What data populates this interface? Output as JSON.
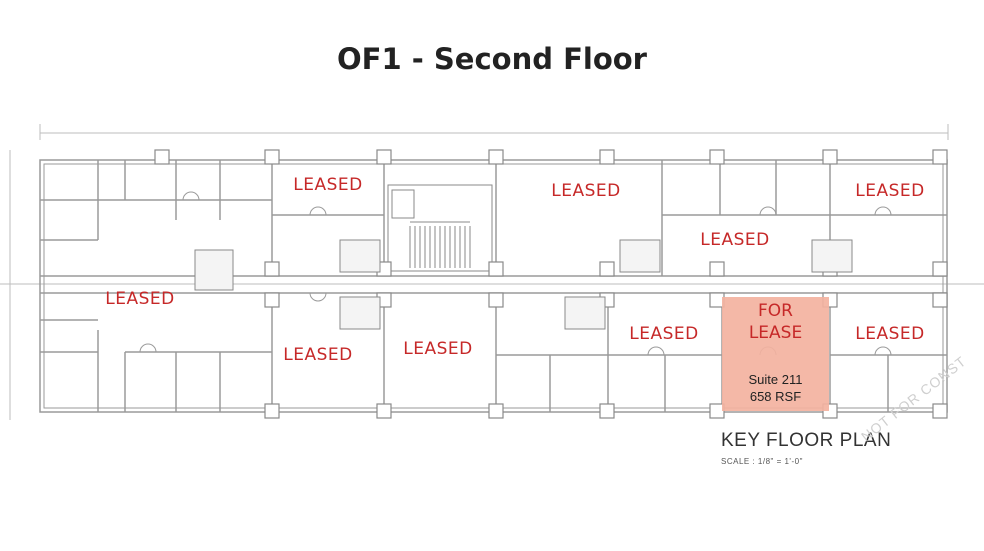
{
  "title": "OF1 - Second Floor",
  "leased_label": "LEASED",
  "available_suite": {
    "line1": "FOR",
    "line2": "LEASE",
    "suite": "Suite 211",
    "area": "658 RSF",
    "highlight_color": "#f3b29f"
  },
  "key": {
    "title": "KEY FLOOR PLAN",
    "scale": "SCALE : 1/8\" = 1'-0\""
  },
  "watermark": "NOT FOR CONST",
  "colors": {
    "leased_text": "#c62828",
    "line": "#9a9a9a"
  }
}
